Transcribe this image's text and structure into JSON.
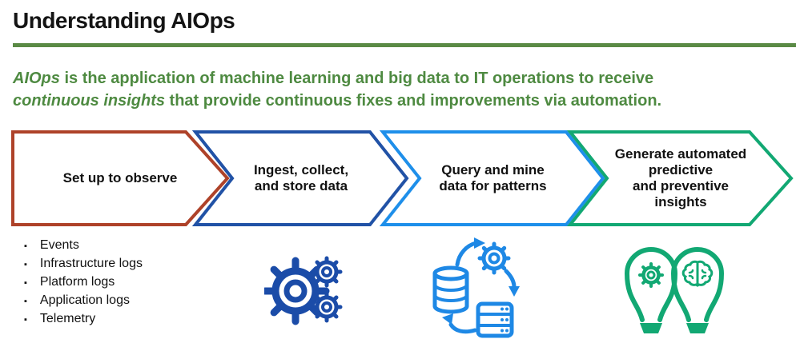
{
  "title": "Understanding AIOps",
  "rule_color": "#5a8a45",
  "subtitle": {
    "color": "#4e8a41",
    "segments": [
      {
        "text": "AIOps"
      },
      {
        "text": " is the application of machine learning and big data to IT operations to receive "
      },
      {
        "text": "continuous insights"
      },
      {
        "text": " that provide continuous fixes and improvements via automation."
      }
    ]
  },
  "chevrons": [
    {
      "color": "#ae4229",
      "lines": [
        "Set up to observe"
      ]
    },
    {
      "color": "#2152a6",
      "lines": [
        "Ingest, collect,",
        "and store data"
      ]
    },
    {
      "color": "#1e8fea",
      "lines": [
        "Query and mine",
        "data for patterns"
      ]
    },
    {
      "color": "#12a873",
      "lines": [
        "Generate automated",
        "predictive",
        "and preventive",
        "insights"
      ]
    }
  ],
  "bullets": {
    "marker": "▪",
    "items": [
      "Events",
      "Infrastructure logs",
      "Platform logs",
      "Application logs",
      "Telemetry"
    ]
  },
  "icons": [
    {
      "name": "gears",
      "color": "#1b4ca8"
    },
    {
      "name": "data-cycle",
      "color": "#1e88e5"
    },
    {
      "name": "insight-bulbs",
      "color": "#12a873"
    }
  ]
}
